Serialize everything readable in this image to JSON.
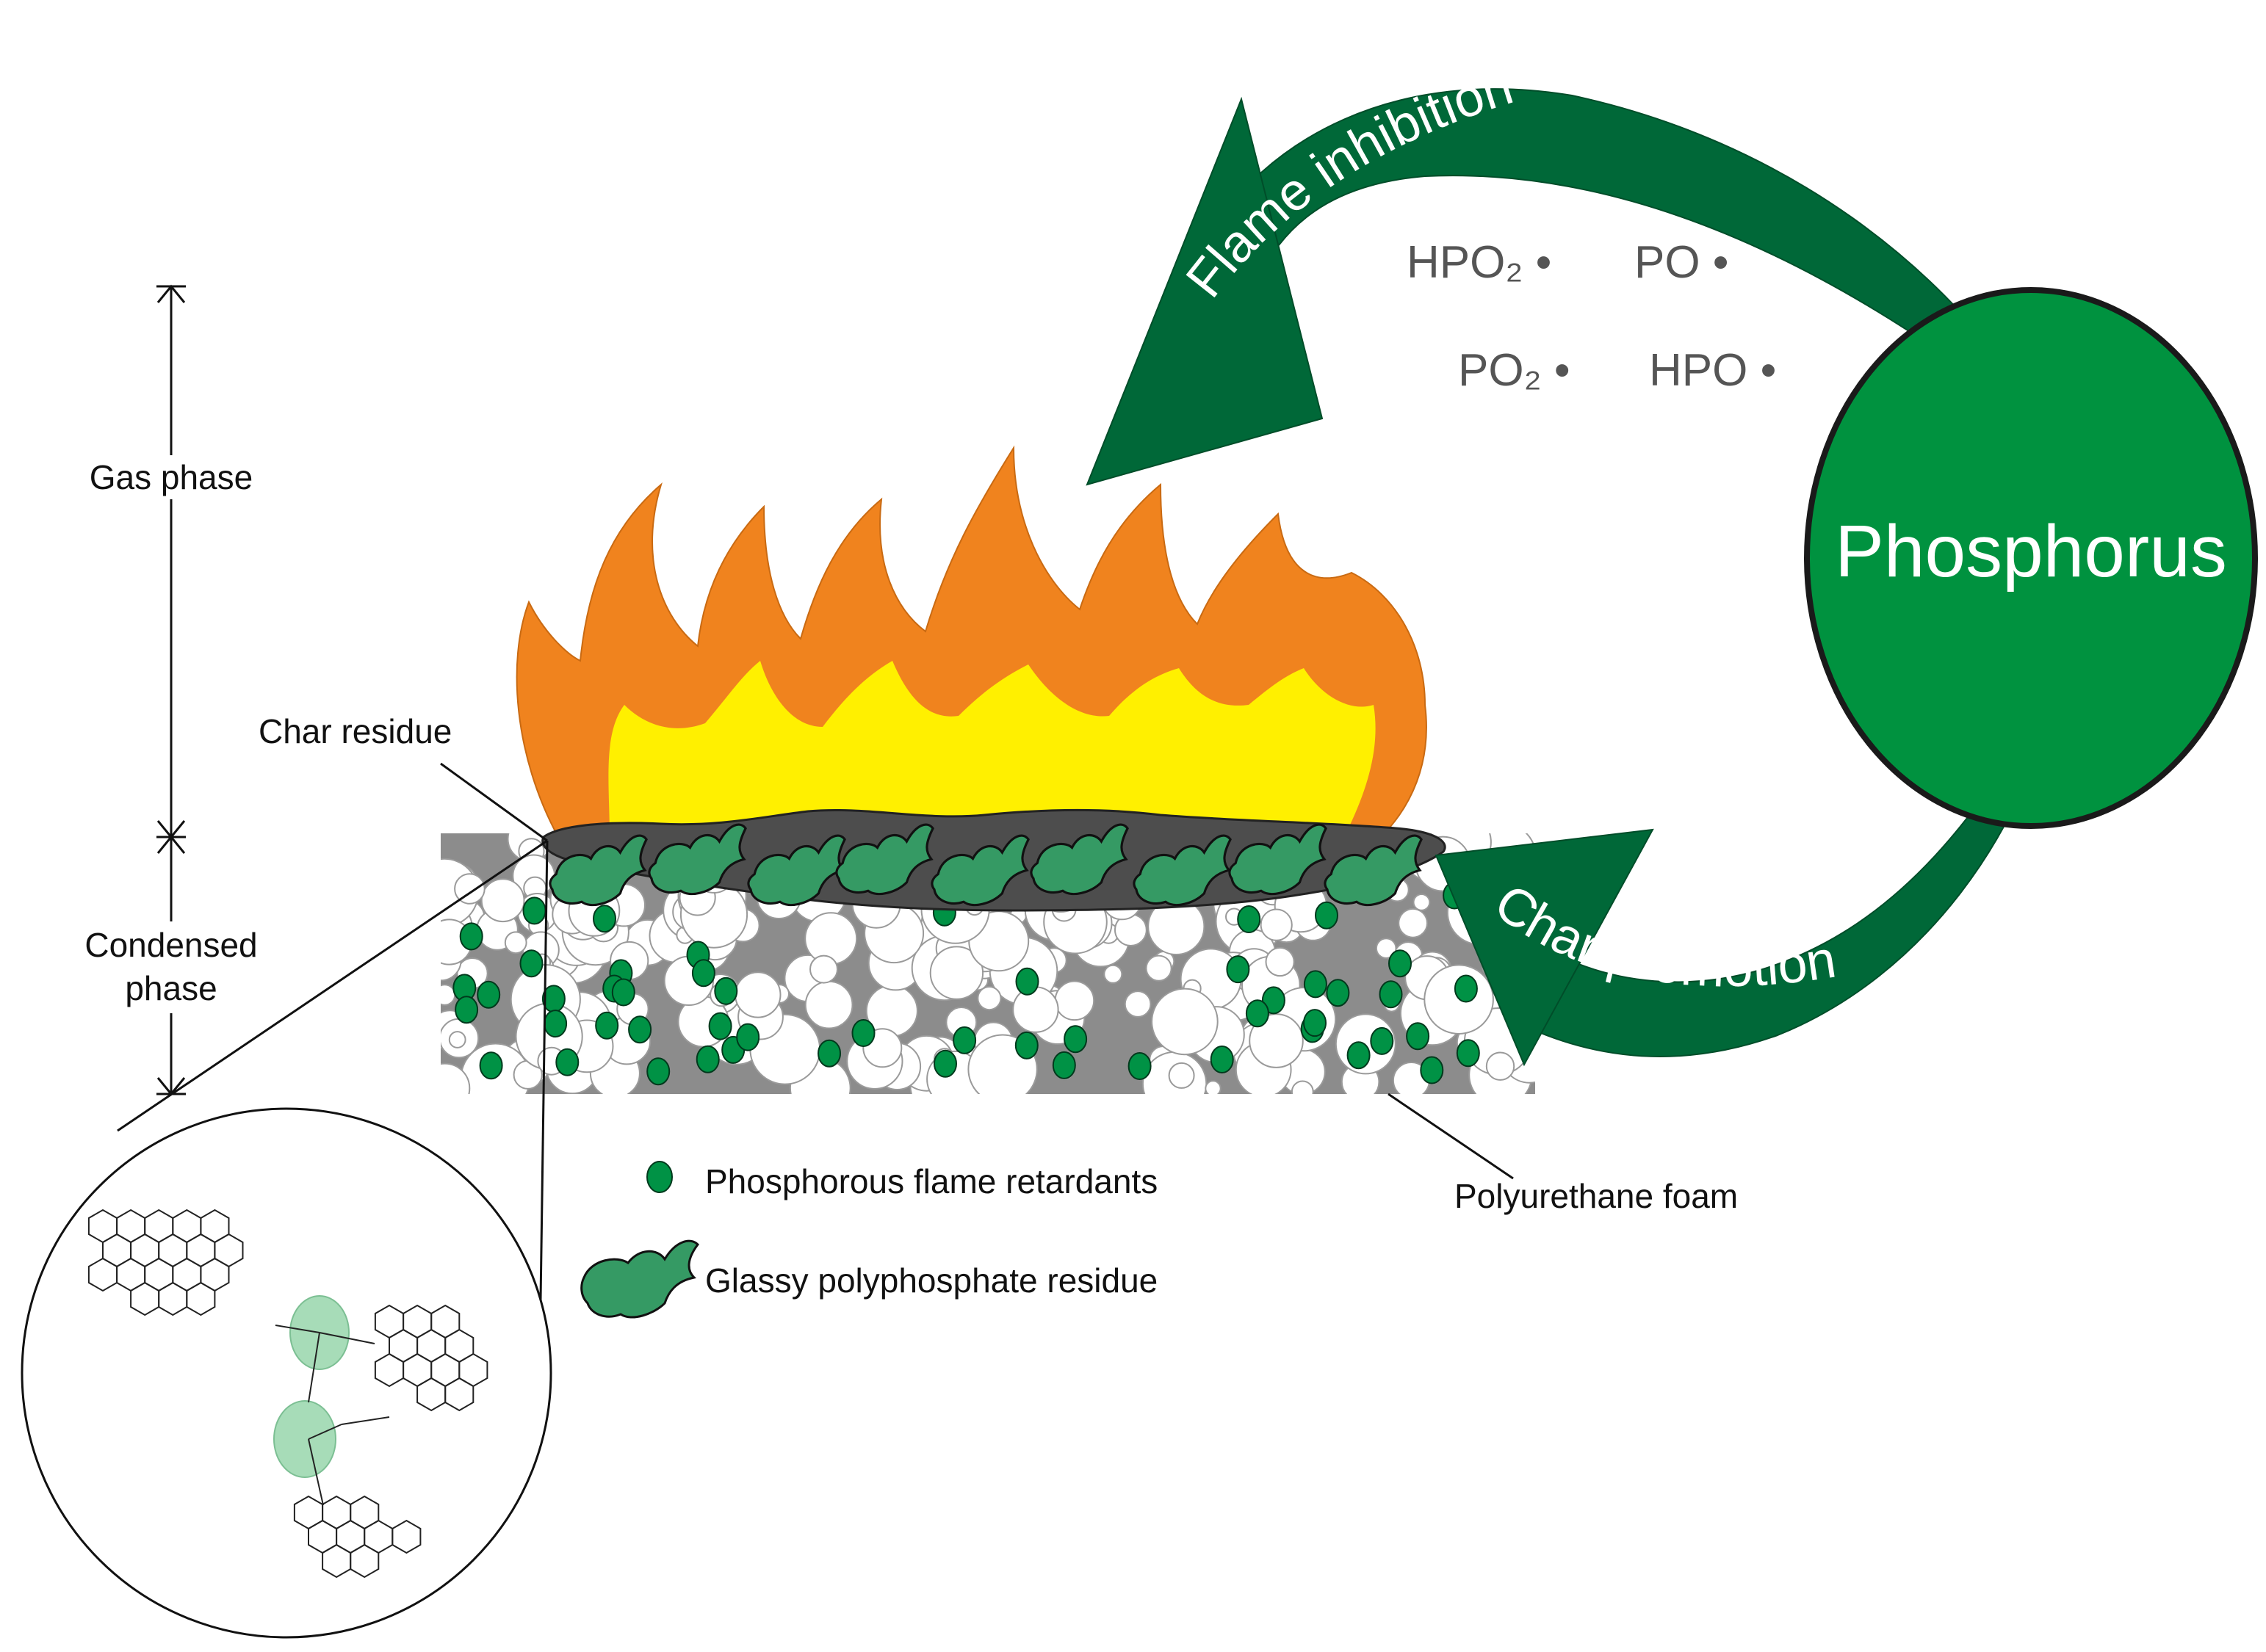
{
  "colors": {
    "dark_green": "#006838",
    "mid_green": "#00923f",
    "light_green": "#359a64",
    "droplet_green": "#009245",
    "flame_orange": "#f0831e",
    "flame_yellow": "#fff000",
    "char_gray": "#4d4d4d",
    "foam_gray": "#8c8c8c",
    "radical_gray": "#555555",
    "molecule_highlight": "#a7dcb8"
  },
  "phases": {
    "gas": "Gas phase",
    "condensed_line1": "Condensed",
    "condensed_line2": "phase"
  },
  "labels": {
    "char_residue": "Char residue",
    "polyurethane_foam": "Polyurethane foam"
  },
  "legend": {
    "droplet": "Phosphorous flame retardants",
    "glassy": "Glassy polyphosphate residue"
  },
  "arrows": {
    "flame_inhibition": "Flame inhibition",
    "char_promotion": "Char promotion"
  },
  "radicals": {
    "r1": "HPO₂ •",
    "r2": "PO •",
    "r3": "PO₂ •",
    "r4": "HPO •"
  },
  "phosphorus": "Phosphorus"
}
